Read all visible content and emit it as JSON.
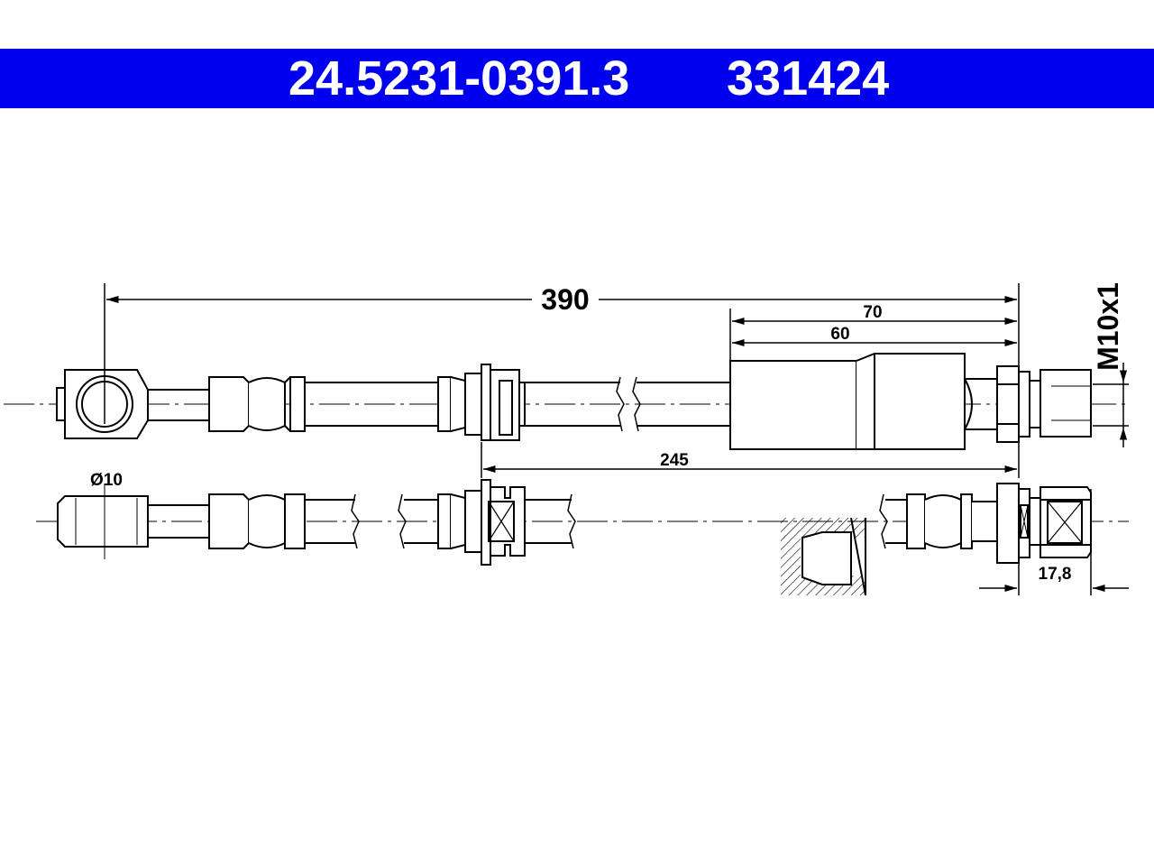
{
  "header": {
    "part_number": "24.5231-0391.3",
    "ref_number": "331424",
    "background_color": "#0000ee",
    "text_color": "#ffffff"
  },
  "dimensions": {
    "total_length": "390",
    "d70": "70",
    "d60": "60",
    "d245": "245",
    "thread": "M10x1",
    "diameter": "Ø10",
    "hex_width": "17,8"
  }
}
